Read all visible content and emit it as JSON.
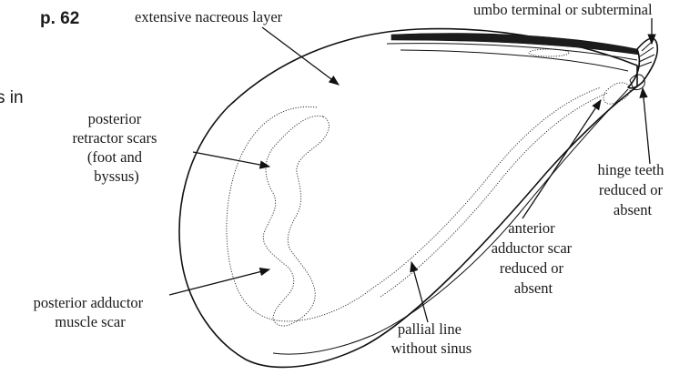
{
  "page": {
    "number": "p. 62",
    "fragment": "s in"
  },
  "labels": {
    "nacreous": "extensive nacreous layer",
    "umbo": "umbo terminal or subterminal",
    "posterior_retractor": [
      "posterior",
      "retractor scars",
      "(foot and",
      "byssus)"
    ],
    "hinge_teeth": [
      "hinge teeth",
      "reduced or",
      "absent"
    ],
    "anterior_adductor": [
      "anterior",
      "adductor scar",
      "reduced or",
      "absent"
    ],
    "posterior_adductor": [
      "posterior adductor",
      "muscle scar"
    ],
    "pallial_line": [
      "pallial line",
      "without sinus"
    ]
  }
}
